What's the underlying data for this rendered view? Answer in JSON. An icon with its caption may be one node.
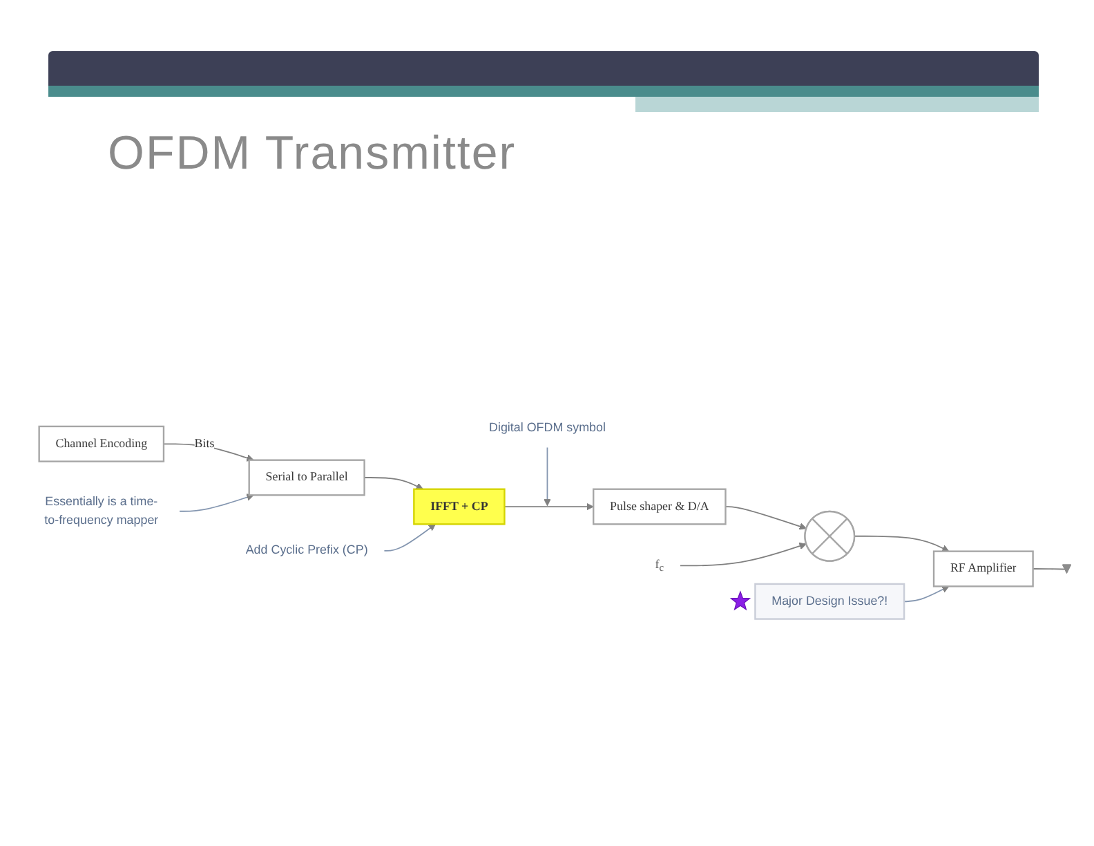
{
  "diagram": {
    "title": "OFDM Transmitter",
    "nodes": [
      {
        "text": [
          "Digital OFDM symbol"
        ]
      },
      {
        "text": [
          "Channel Encoding"
        ]
      },
      {
        "text": [
          "Serial to Parallel"
        ]
      },
      {
        "text": [
          "IFFT + CP"
        ]
      },
      {
        "text": [
          "Pulse shaper & D/A"
        ]
      },
      {
        "text": [],
        "shape": "circle"
      },
      {
        "text": [
          "RF Amplifier"
        ]
      },
      {
        "text": [],
        "shape": "antenna"
      },
      {
        "text": [
          "f$_{c}$"
        ]
      },
      {
        "text": [
          "Add Cyclic Prefix (CP)"
        ]
      },
      {
        "text": [
          "Essentially is a time-to-frequency mapper"
        ]
      },
      {
        "text": [
          "Major Design Issue?!"
        ]
      }
    ],
    "edges": [
      {
        "from": 1,
        "to": 2,
        "arrow": "to",
        "label": "Bits"
      },
      {
        "from": 2,
        "to": 3,
        "arrow": "to"
      },
      {
        "from": 3,
        "to": 4,
        "arrow": "to"
      },
      {
        "from": 4,
        "to": 5,
        "arrow": "to"
      },
      {
        "from": 5,
        "to": 6,
        "arrow": "to"
      },
      {
        "from": 6,
        "to": 7,
        "arrow": "none"
      },
      {
        "from": 8,
        "to": 5,
        "arrow": "to"
      },
      {
        "from": 0,
        "to": null,
        "arrow": "to",
        "color": "#8496b0"
      },
      {
        "from": 9,
        "to": 3,
        "arrow": "to",
        "color": "#8496b0"
      },
      {
        "from": 10,
        "to": 2,
        "arrow": "to",
        "color": "#8496b0"
      },
      {
        "from": 11,
        "to": 6,
        "arrow": "to",
        "color": "#8496b0"
      }
    ]
  }
}
